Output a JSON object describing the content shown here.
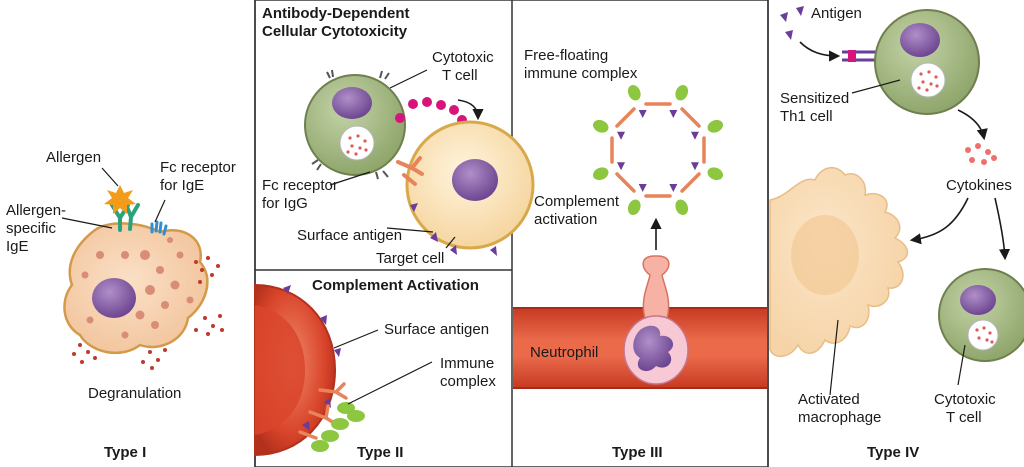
{
  "panel1": {
    "allergen": "Allergen",
    "fc_receptor_ige": [
      "Fc receptor",
      "for IgE"
    ],
    "allergen_specific_ige": [
      "Allergen-",
      "specific",
      "IgE"
    ],
    "degranulation": "Degranulation",
    "type_label": "Type I"
  },
  "panel2": {
    "adcc_title": [
      "Antibody-Dependent",
      "Cellular Cytotoxicity"
    ],
    "cytotoxic_t_cell": [
      "Cytotoxic",
      "T cell"
    ],
    "fc_receptor_igg": [
      "Fc receptor",
      "for IgG"
    ],
    "surface_antigen_top": "Surface antigen",
    "target_cell": "Target cell",
    "complement_title": "Complement Activation",
    "surface_antigen_bottom": "Surface antigen",
    "immune_complex": [
      "Immune",
      "complex"
    ],
    "type_label": "Type II"
  },
  "panel3": {
    "free_floating": [
      "Free-floating",
      "immune complex"
    ],
    "complement_activation": [
      "Complement",
      "activation"
    ],
    "neutrophil": "Neutrophil",
    "type_label": "Type III"
  },
  "panel4": {
    "antigen": "Antigen",
    "sensitized_th1": [
      "Sensitized",
      "Th1 cell"
    ],
    "cytokines": "Cytokines",
    "activated_macrophage": [
      "Activated",
      "macrophage"
    ],
    "cytotoxic_t_cell": [
      "Cytotoxic",
      "T cell"
    ],
    "type_label": "Type IV"
  },
  "colors": {
    "cell_green": "#a3b783",
    "nucleus_purple": "#8a63a8",
    "antibody_orange": "#e8845a",
    "antigen_purple": "#6b3d9a",
    "granule_red": "#c0392b",
    "complement_green": "#8dc63f",
    "vessel_red": "#d9452b",
    "macrophage_cream": "#f8dcb4",
    "target_cream": "#fbe3b3",
    "cytokine_pink": "#ef6f6a",
    "magenta_granules": "#d6147a"
  }
}
